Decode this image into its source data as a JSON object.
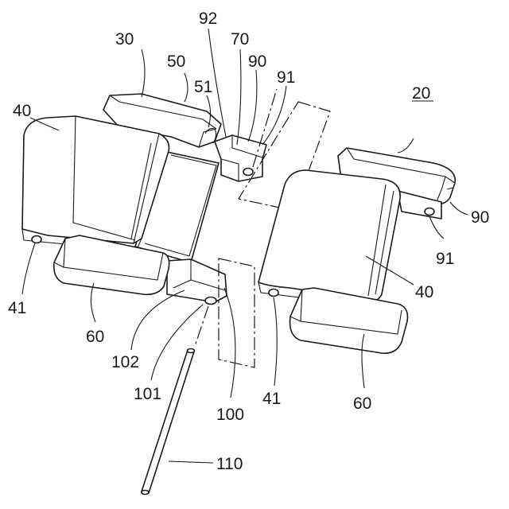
{
  "labels": {
    "l92": "92",
    "l70": "70",
    "l30": "30",
    "l50": "50",
    "l90a": "90",
    "l91a": "91",
    "l51": "51",
    "l40a": "40",
    "l20": "20",
    "l90b": "90",
    "l91b": "91",
    "l40b": "40",
    "l41a": "41",
    "l60a": "60",
    "l102": "102",
    "l101": "101",
    "l100": "100",
    "l41b": "41",
    "l60b": "60",
    "l110": "110"
  }
}
